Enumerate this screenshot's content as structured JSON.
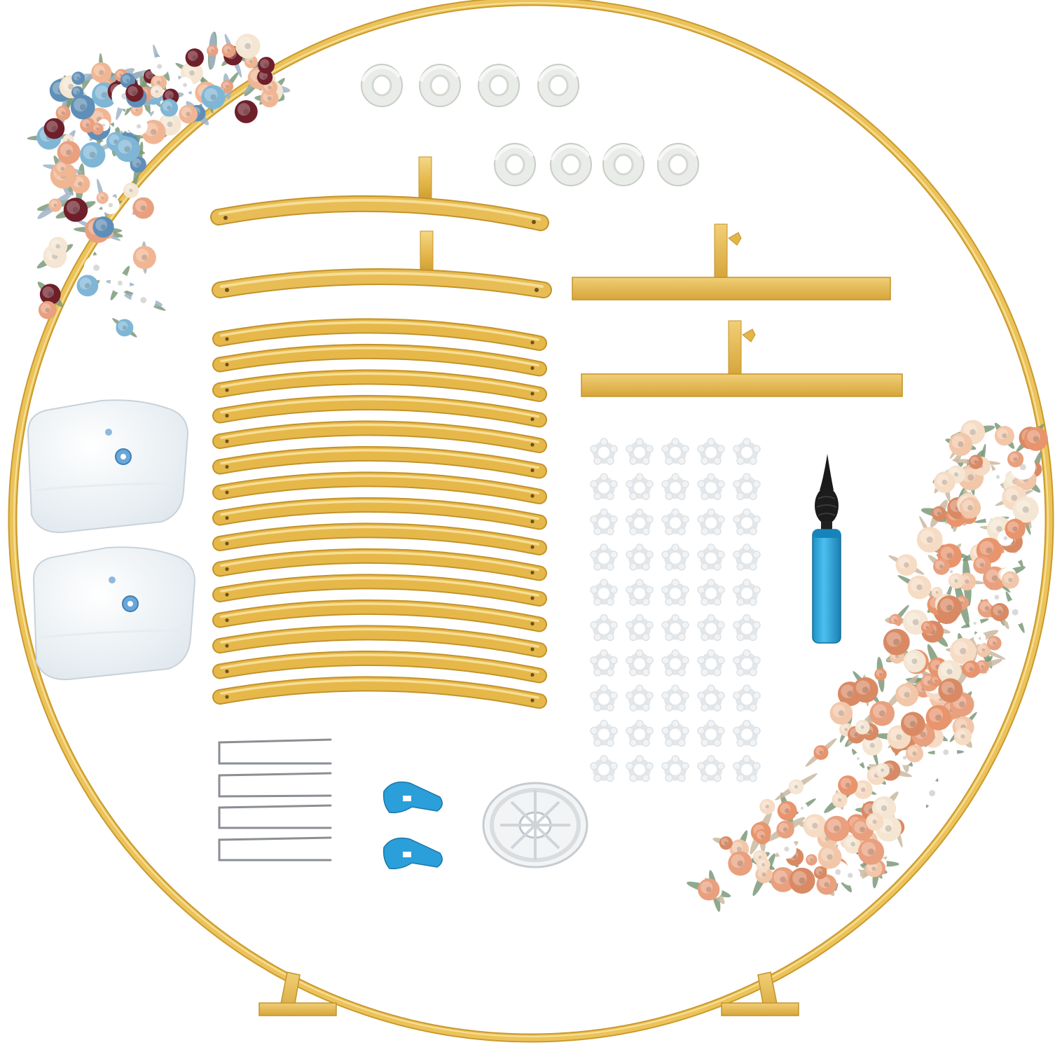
{
  "colors": {
    "background": "#ffffff",
    "gold": "#e6b84a",
    "gold_dark": "#c99a2e",
    "gold_light": "#f3d27a",
    "clear_plastic": "#eef2f4",
    "pump_blue": "#36a7dd",
    "clip_blue": "#2b9fd9",
    "flower_peach": "#e9a07e",
    "flower_cream": "#f4e6d2",
    "flower_blue": "#7fb6d6",
    "flower_burgundy": "#6e1f2a",
    "leaf_green": "#7d9a7a"
  },
  "kit": {
    "hoop": "circular-arch-frame",
    "curved_tubes": 15,
    "t_connector_tubes": 2,
    "base_stands": 2,
    "water_bags": 2,
    "glue_dot_rolls": 8,
    "flower_clips": 50,
    "ground_stakes": 4,
    "tie_tools": 2,
    "fishing_line_spools": 1,
    "hand_pumps": 1
  },
  "icons": {
    "glue-dot": "ring",
    "flower-clip": "flower",
    "pump": "hand-pump",
    "spool": "spool"
  }
}
